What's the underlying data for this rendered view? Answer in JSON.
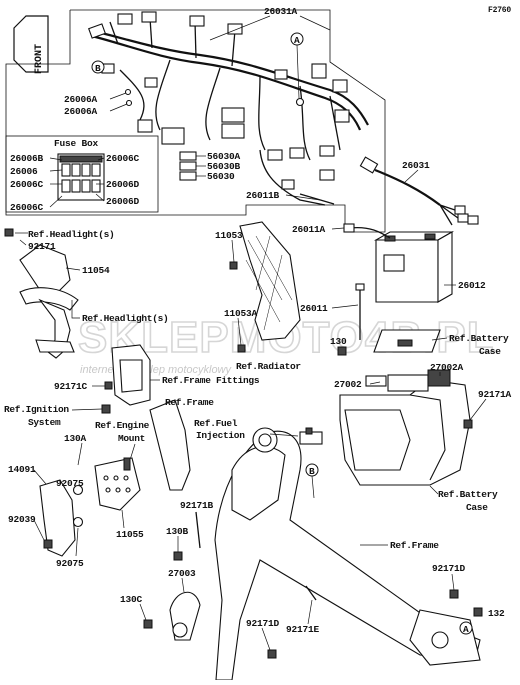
{
  "diagram_code": "F2760",
  "front_label": "FRONT",
  "watermark": {
    "brand": "SKLEPMOTO4B.PL",
    "tagline": "internetowy sklep motocyklowy"
  },
  "fuse_box": {
    "title": "Fuse Box",
    "labels": [
      "26006B",
      "26006C",
      "26006",
      "26006C",
      "26006D",
      "26006D",
      "26006C"
    ]
  },
  "markers": [
    "A",
    "B",
    "A",
    "B"
  ],
  "part_numbers": {
    "p26031A": "26031A",
    "p26006A_1": "26006A",
    "p26006A_2": "26006A",
    "p56030A": "56030A",
    "p56030B": "56030B",
    "p56030": "56030",
    "p26031": "26031",
    "p26011B": "26011B",
    "p11053": "11053",
    "p26011A": "26011A",
    "p92171_top": "92171",
    "p11054": "11054",
    "p26012": "26012",
    "p26011": "26011",
    "p11053A": "11053A",
    "p130_right": "130",
    "p27002": "27002",
    "p27002A": "27002A",
    "p92171C": "92171C",
    "p92171A": "92171A",
    "p130A": "130A",
    "p14091": "14091",
    "p92075_1": "92075",
    "p92039": "92039",
    "p92075_2": "92075",
    "p11055": "11055",
    "p92171B": "92171B",
    "p130B": "130B",
    "p27003": "27003",
    "p130C": "130C",
    "p92171D_1": "92171D",
    "p92171E": "92171E",
    "p92171D_2": "92171D",
    "p132": "132"
  },
  "refs": {
    "headlight_1": "Ref.Headlight(s)",
    "headlight_2": "Ref.Headlight(s)",
    "radiator": "Ref.Radiator",
    "battery_case_1_l1": "Ref.Battery",
    "battery_case_1_l2": "Case",
    "frame_fittings": "Ref.Frame Fittings",
    "frame_1": "Ref.Frame",
    "ignition_l1": "Ref.Ignition",
    "ignition_l2": "System",
    "engine_mount_l1": "Ref.Engine",
    "engine_mount_l2": "Mount",
    "fuel_inj_l1": "Ref.Fuel",
    "fuel_inj_l2": "Injection",
    "battery_case_2_l1": "Ref.Battery",
    "battery_case_2_l2": "Case",
    "frame_2": "Ref.Frame"
  }
}
